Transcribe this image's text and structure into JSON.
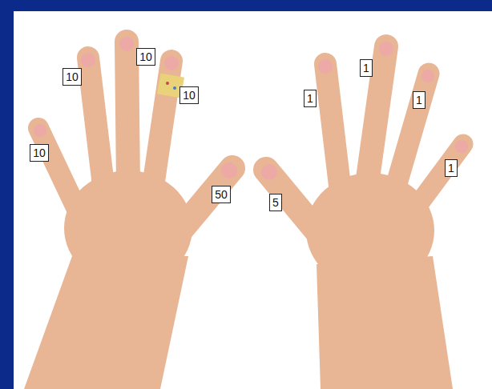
{
  "diagram": {
    "nodes": [
      {
        "text": [
          "10"
        ]
      },
      {
        "text": [
          "10"
        ]
      },
      {
        "text": [
          "10"
        ]
      },
      {
        "text": [
          "10"
        ]
      },
      {
        "text": [
          "50"
        ]
      },
      {
        "text": [
          "5"
        ]
      },
      {
        "text": [
          "1"
        ]
      },
      {
        "text": [
          "1"
        ]
      },
      {
        "text": [
          "1"
        ]
      },
      {
        "text": [
          "1"
        ]
      }
    ]
  }
}
